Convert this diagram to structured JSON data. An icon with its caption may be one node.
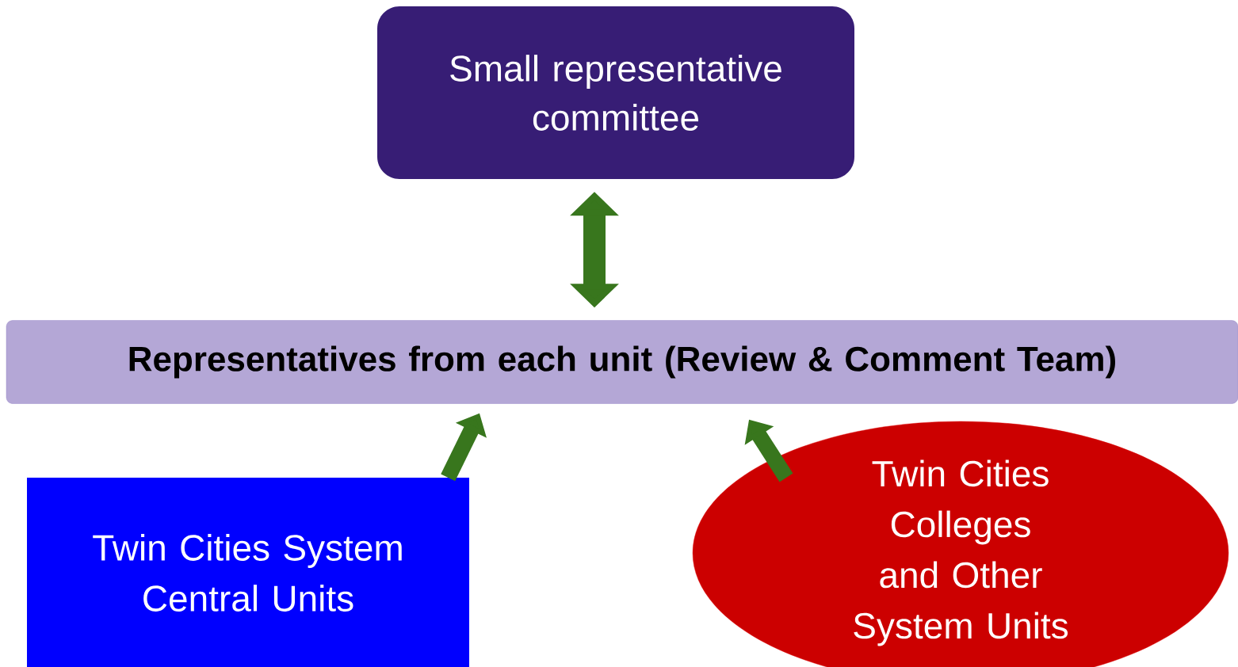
{
  "diagram": {
    "nodes": [
      {
        "text": [
          "Small representative committee"
        ]
      },
      {
        "text": [
          "Representatives from each unit (Review & Comment Team)"
        ]
      },
      {
        "text": [
          "Twin Cities System Central Units"
        ]
      },
      {
        "text": [
          "Twin Cities Colleges and Other System Units"
        ]
      }
    ],
    "edges": [
      {
        "from": 0,
        "to": 1,
        "arrow": "both"
      },
      {
        "from": 2,
        "to": 1,
        "arrow": "to"
      },
      {
        "from": 3,
        "to": 1,
        "arrow": "to"
      }
    ]
  }
}
